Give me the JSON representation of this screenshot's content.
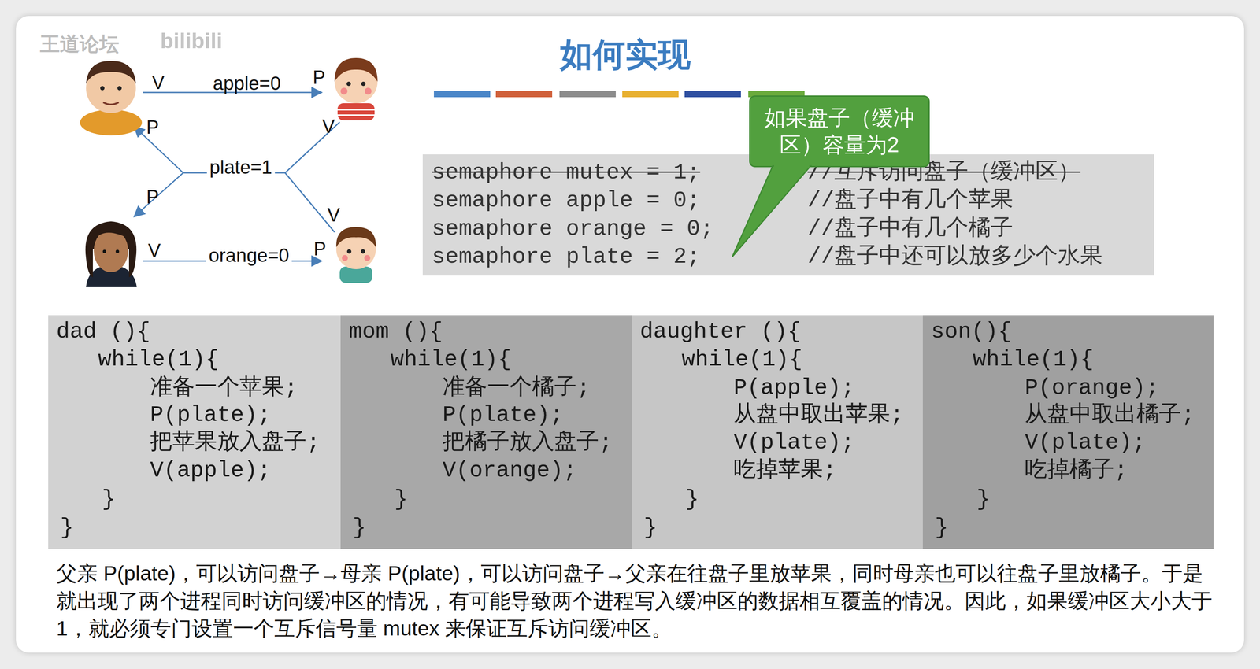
{
  "diagram": {
    "title": "如何实现",
    "caption": "父亲 P(plate)，可以访问盘子→母亲 P(plate)，可以访问盘子→父亲在往盘子里放苹果，同时母亲也可以往盘子里放橘子。于是就出现了两个进程同时访问缓冲区的情况，有可能导致两个进程写入缓冲区的数据相互覆盖的情况。因此，如果缓冲区大小大于1，就必须专门设置一个互斥信号量 mutex 来保证互斥访问缓冲区。",
    "nodes": [
      {
        "text": [
          "如果盘子（缓冲区）容量为2"
        ]
      },
      {
        "text": [
          "semaphore mutex = 1;",
          "//互斥访问盘子（缓冲区）",
          "semaphore apple = 0;",
          "//盘子中有几个苹果",
          "semaphore orange = 0;",
          "//盘子中有几个橘子",
          "semaphore plate = 2;",
          "//盘子中还可以放多少个水果"
        ]
      },
      {
        "text": [
          "dad (){",
          "while(1){",
          "准备一个苹果;",
          "P(plate);",
          "把苹果放入盘子;",
          "V(apple);",
          "}",
          "}"
        ]
      },
      {
        "text": [
          "mom (){",
          "while(1){",
          "准备一个橘子;",
          "P(plate);",
          "把橘子放入盘子;",
          "V(orange);",
          "}",
          "}"
        ]
      },
      {
        "text": [
          "daughter (){",
          "while(1){",
          "P(apple);",
          "从盘中取出苹果;",
          "V(plate);",
          "吃掉苹果;",
          "}",
          "}"
        ]
      },
      {
        "text": [
          "son(){",
          "while(1){",
          "P(orange);",
          "从盘中取出橘子;",
          "V(plate);",
          "吃掉橘子;",
          "}",
          "}"
        ]
      }
    ],
    "labels": [
      "王道论坛",
      "bilibili",
      "V",
      "apple=0",
      "P",
      "P",
      "plate=1",
      "V",
      "P",
      "V",
      "V",
      "orange=0",
      "P"
    ]
  }
}
